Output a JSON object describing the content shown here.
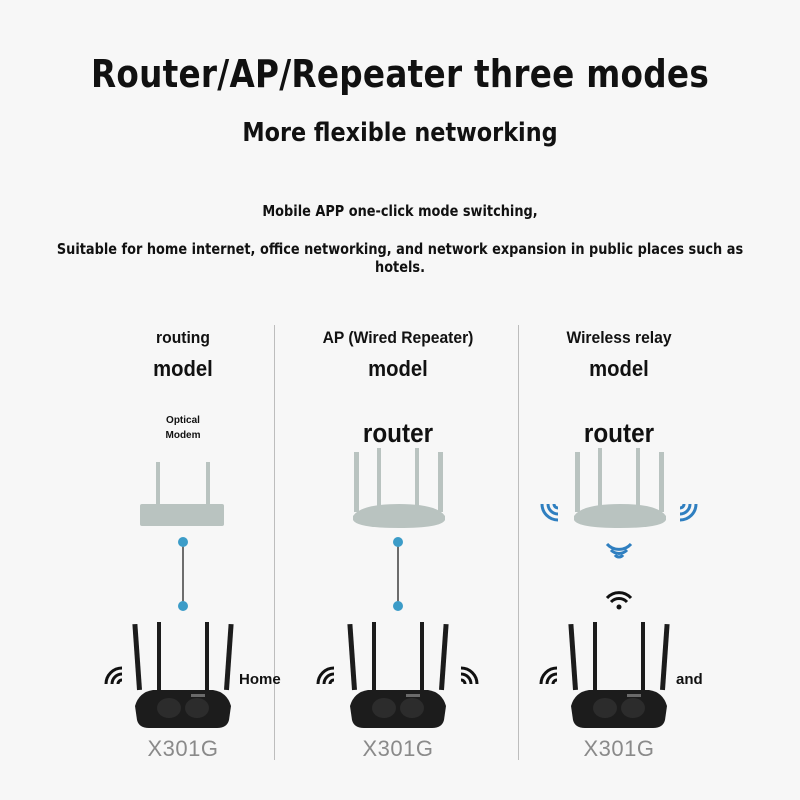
{
  "header": {
    "title": "Router/AP/Repeater three modes",
    "subtitle": "More flexible networking",
    "desc_line1": "Mobile APP one-click mode switching,",
    "desc_line2": "Suitable for home internet, office networking, and network expansion in public places such as hotels."
  },
  "modes": [
    {
      "line1": "routing",
      "line2": "model",
      "upper_device_label_line1": "Optical",
      "upper_device_label_line2": "Modem",
      "side_text": "Home",
      "model_name": "X301G"
    },
    {
      "line1": "AP (Wired Repeater)",
      "line2": "model",
      "upper_device_label": "router",
      "model_name": "X301G"
    },
    {
      "line1": "Wireless relay",
      "line2": "model",
      "upper_device_label": "router",
      "side_text": "and",
      "model_name": "X301G"
    }
  ],
  "colors": {
    "connector_dot": "#3c9cc8",
    "upper_device": "#b9c3c0",
    "signal_blue": "#2f7fc0",
    "router_black": "#1c1c1c"
  },
  "icons": {
    "wifi": "wifi-signal-icon",
    "router": "router-icon",
    "modem": "optical-modem-icon"
  }
}
